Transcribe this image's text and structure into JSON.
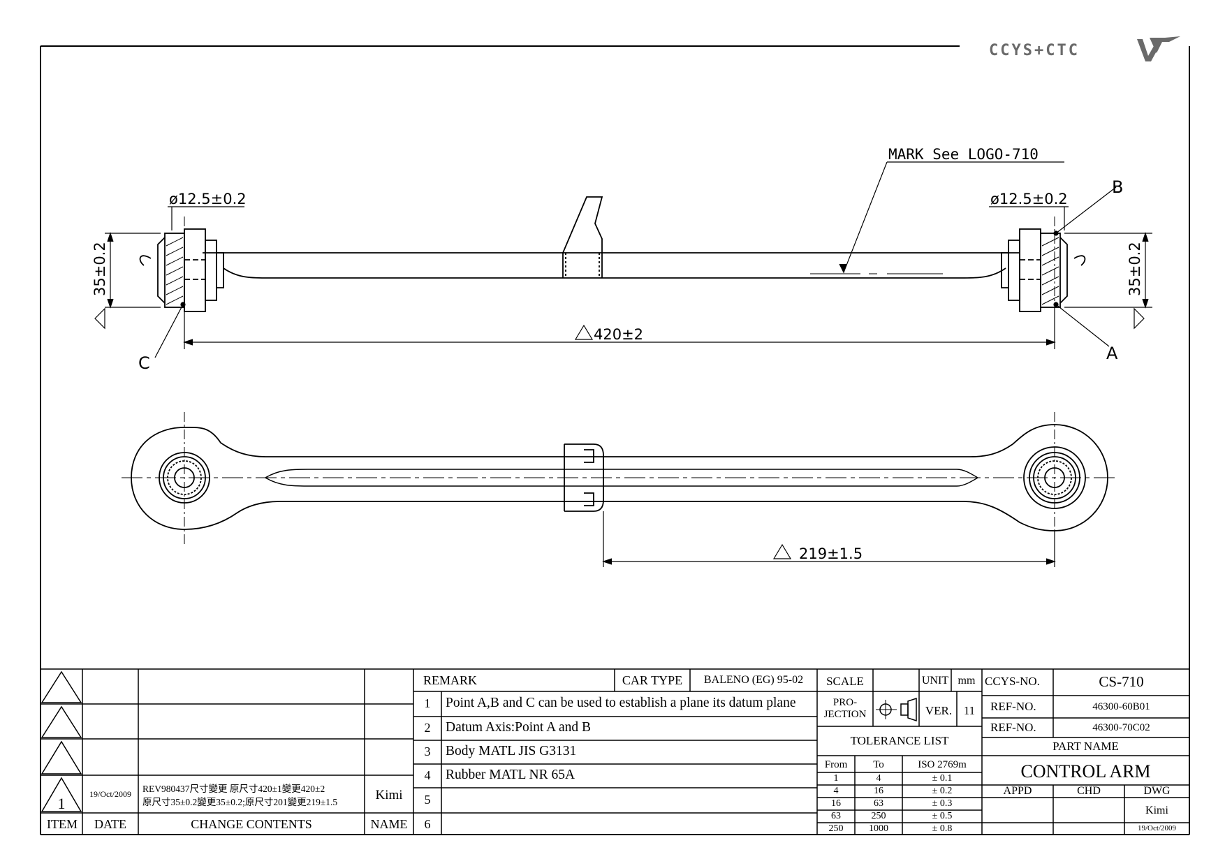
{
  "logo": {
    "text": "CCYS+CTC",
    "mark": "ccys-wing-logo"
  },
  "drawing": {
    "mark_note": "MARK See LOGO-710",
    "dia_left": "ø12.5±0.2",
    "dia_right": "ø12.5±0.2",
    "height_left": "35±0.2",
    "height_right": "35±0.2",
    "length_main": "420±2",
    "length_half": "219±1.5",
    "point_a": "A",
    "point_b": "B",
    "point_c": "C"
  },
  "revisions": {
    "item_header": "ITEM",
    "date_header": "DATE",
    "contents_header": "CHANGE CONTENTS",
    "name_header": "NAME",
    "rows": [
      {
        "item": "",
        "date": "",
        "contents": "",
        "name": ""
      },
      {
        "item": "",
        "date": "",
        "contents": "",
        "name": ""
      },
      {
        "item": "",
        "date": "",
        "contents": "",
        "name": ""
      },
      {
        "item": "1",
        "date": "19/Oct/2009",
        "contents_line1": "REV980437尺寸變更 原尺寸420±1變更420±2",
        "contents_line2": "原尺寸35±0.2變更35±0.2;原尺寸201變更219±1.5",
        "name": "Kimi"
      }
    ]
  },
  "remarks": {
    "header": "REMARK",
    "car_type_label": "CAR TYPE",
    "car_type": "BALENO (EG) 95-02",
    "items": [
      {
        "num": "1",
        "text": "Point A,B and C can be used to establish a plane its datum plane"
      },
      {
        "num": "2",
        "text": "Datum Axis:Point A and B"
      },
      {
        "num": "3",
        "text": "Body MATL JIS G3131"
      },
      {
        "num": "4",
        "text": "Rubber MATL NR 65A"
      },
      {
        "num": "5",
        "text": ""
      },
      {
        "num": "6",
        "text": ""
      }
    ]
  },
  "title_block": {
    "scale_label": "SCALE",
    "scale_value": "",
    "unit_label": "UNIT",
    "unit_value": "mm",
    "projection_label_1": "PRO-",
    "projection_label_2": "JECTION",
    "ver_label": "VER.",
    "ver_value": "11",
    "tolerance_title": "TOLERANCE LIST",
    "tol_from": "From",
    "tol_to": "To",
    "tol_iso": "ISO 2769m",
    "tolerances": [
      {
        "from": "1",
        "to": "4",
        "tol": "± 0.1"
      },
      {
        "from": "4",
        "to": "16",
        "tol": "± 0.2"
      },
      {
        "from": "16",
        "to": "63",
        "tol": "± 0.3"
      },
      {
        "from": "63",
        "to": "250",
        "tol": "± 0.5"
      },
      {
        "from": "250",
        "to": "1000",
        "tol": "± 0.8"
      }
    ],
    "ccys_no_label": "CCYS-NO.",
    "ccys_no": "CS-710",
    "ref_label_1": "REF-NO.",
    "ref_1": "46300-60B01",
    "ref_label_2": "REF-NO.",
    "ref_2": "46300-70C02",
    "part_name_label": "PART NAME",
    "part_name": "CONTROL ARM",
    "appd": "APPD",
    "chd": "CHD",
    "dwg": "DWG",
    "dwg_name": "Kimi",
    "dwg_date": "19/Oct/2009"
  }
}
